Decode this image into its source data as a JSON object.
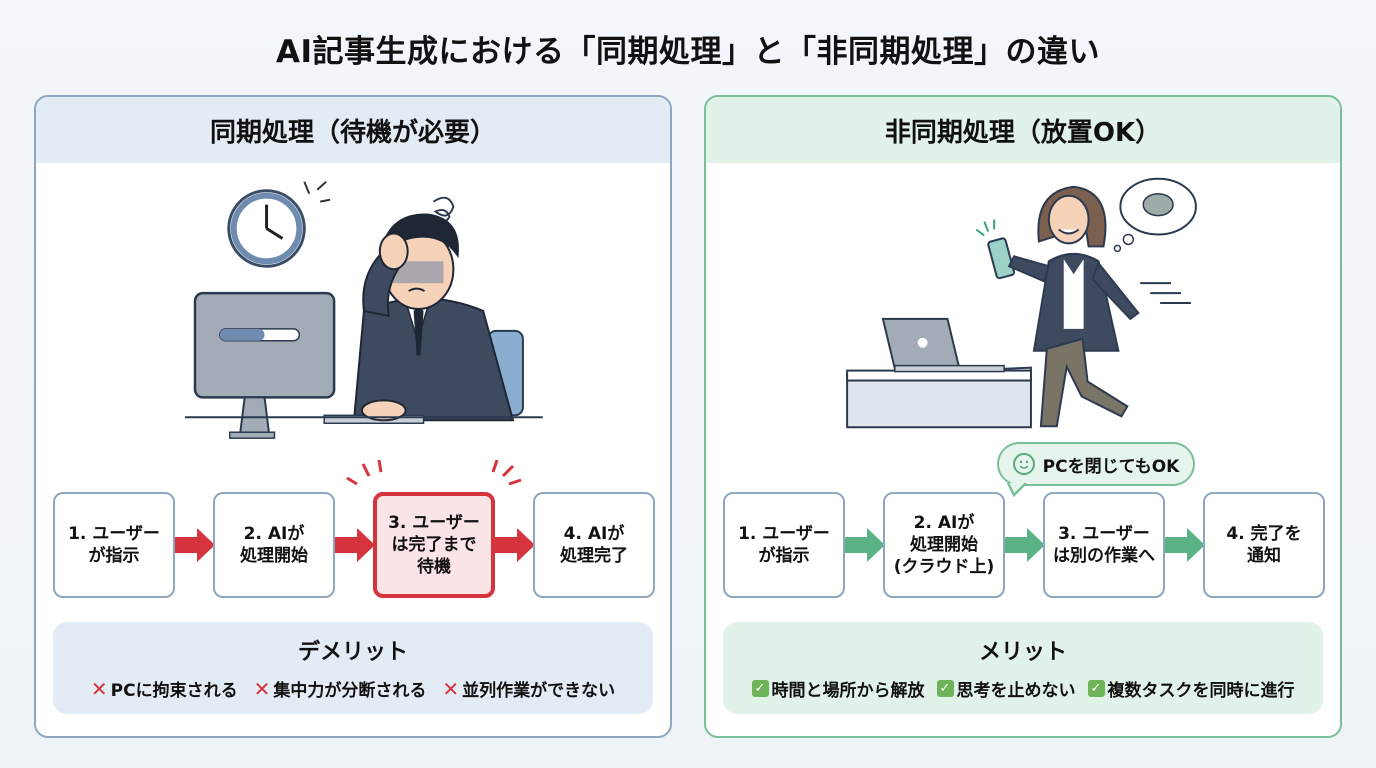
{
  "title": "AI記事生成における「同期処理」と「非同期処理」の違い",
  "left_panel": {
    "header": "同期処理（待機が必要）",
    "illustration": "stressed-businessman-waiting-at-computer-with-clock",
    "steps": [
      {
        "label": "1. ユーザー\nが指示"
      },
      {
        "label": "2. AIが\n処理開始"
      },
      {
        "label": "3. ユーザー\nは完了まで\n待機",
        "highlighted": true
      },
      {
        "label": "4. AIが\n処理完了"
      }
    ],
    "summary": {
      "title": "デメリット",
      "icon": "x-icon",
      "items": [
        "PCに拘束される",
        "集中力が分断される",
        "並列作業ができない"
      ]
    },
    "colors": {
      "border": "#8ea6bf",
      "header_bg": "#e3ebf5",
      "arrow": "#d5343d",
      "highlight": "#d5343d"
    }
  },
  "right_panel": {
    "header": "非同期処理（放置OK）",
    "illustration": "happy-businesswoman-walking-away-from-laptop-with-phone",
    "callout": "PCを閉じてもOK",
    "steps": [
      {
        "label": "1. ユーザー\nが指示"
      },
      {
        "label": "2. AIが\n処理開始\n(クラウド上)"
      },
      {
        "label": "3. ユーザー\nは別の作業へ"
      },
      {
        "label": "4. 完了を\n通知"
      }
    ],
    "summary": {
      "title": "メリット",
      "icon": "check-icon",
      "items": [
        "時間と場所から解放",
        "思考を止めない",
        "複数タスクを同時に進行"
      ]
    },
    "colors": {
      "border": "#79bf98",
      "header_bg": "#e1f2e8",
      "arrow": "#5bb285",
      "check": "#6fb35a"
    }
  }
}
